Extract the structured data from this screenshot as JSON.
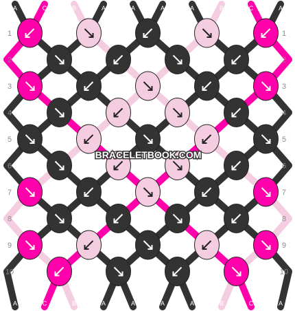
{
  "colors": {
    "A": "#333333",
    "B": "#f5cde1",
    "C": "#ff00aa"
  },
  "strands_start": [
    "A",
    "C",
    "B",
    "A",
    "A",
    "A",
    "A",
    "B",
    "C",
    "A"
  ],
  "strands_end": [
    "A",
    "C",
    "B",
    "A",
    "A",
    "A",
    "A",
    "B",
    "C",
    "A"
  ],
  "rows": [
    {
      "label": "1",
      "knots": [
        {
          "c": "C",
          "d": "bl"
        },
        {
          "c": "B",
          "d": "br"
        },
        {
          "c": "A",
          "d": "bl"
        },
        {
          "c": "B",
          "d": "br"
        },
        {
          "c": "C",
          "d": "bl"
        }
      ]
    },
    {
      "label": "2",
      "knots": [
        {
          "c": "A",
          "d": "br"
        },
        {
          "c": "A",
          "d": "bl"
        },
        {
          "c": "A",
          "d": "br"
        },
        {
          "c": "A",
          "d": "bl"
        }
      ]
    },
    {
      "label": "3",
      "knots": [
        {
          "c": "C",
          "d": "br"
        },
        {
          "c": "A",
          "d": "bl"
        },
        {
          "c": "B",
          "d": "br"
        },
        {
          "c": "A",
          "d": "bl"
        },
        {
          "c": "C",
          "d": "br"
        }
      ]
    },
    {
      "label": "4",
      "knots": [
        {
          "c": "A",
          "d": "br"
        },
        {
          "c": "B",
          "d": "bl"
        },
        {
          "c": "B",
          "d": "br"
        },
        {
          "c": "A",
          "d": "bl"
        }
      ]
    },
    {
      "label": "5",
      "knots": [
        {
          "c": "A",
          "d": "br"
        },
        {
          "c": "B",
          "d": "bl"
        },
        {
          "c": "A",
          "d": "br"
        },
        {
          "c": "B",
          "d": "bl"
        },
        {
          "c": "A",
          "d": "br"
        }
      ]
    },
    {
      "label": "6",
      "knots": [
        {
          "c": "A",
          "d": "br"
        },
        {
          "c": "B",
          "d": "bl"
        },
        {
          "c": "B",
          "d": "br"
        },
        {
          "c": "A",
          "d": "bl"
        }
      ]
    },
    {
      "label": "7",
      "knots": [
        {
          "c": "C",
          "d": "br"
        },
        {
          "c": "A",
          "d": "bl"
        },
        {
          "c": "B",
          "d": "br"
        },
        {
          "c": "A",
          "d": "bl"
        },
        {
          "c": "C",
          "d": "br"
        }
      ]
    },
    {
      "label": "8",
      "knots": [
        {
          "c": "A",
          "d": "br"
        },
        {
          "c": "A",
          "d": "bl"
        },
        {
          "c": "A",
          "d": "br"
        },
        {
          "c": "A",
          "d": "bl"
        }
      ]
    },
    {
      "label": "9",
      "knots": [
        {
          "c": "C",
          "d": "br"
        },
        {
          "c": "B",
          "d": "bl"
        },
        {
          "c": "A",
          "d": "br"
        },
        {
          "c": "B",
          "d": "bl"
        },
        {
          "c": "C",
          "d": "br"
        }
      ]
    },
    {
      "label": "10",
      "knots": [
        {
          "c": "C",
          "d": "bl"
        },
        {
          "c": "A",
          "d": "br"
        },
        {
          "c": "A",
          "d": "bl"
        },
        {
          "c": "C",
          "d": "br"
        }
      ]
    }
  ],
  "watermark": "BRACELETBOOK.COM"
}
